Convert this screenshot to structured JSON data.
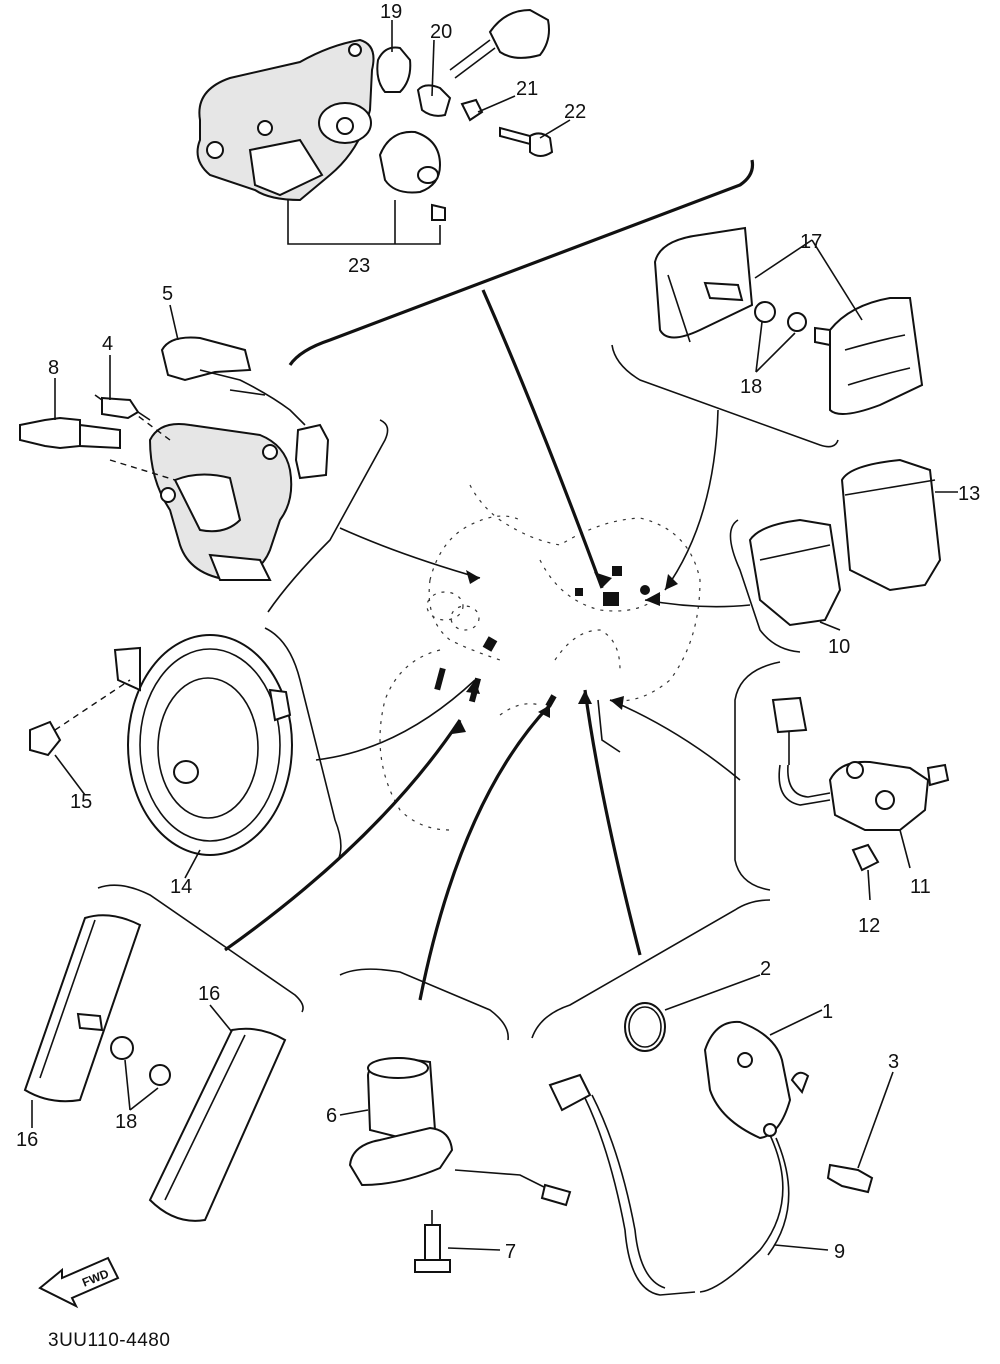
{
  "diagram_code": "3UU110-4480",
  "fwd_label": "FWD",
  "callouts": [
    {
      "id": "c1",
      "label": "1"
    },
    {
      "id": "c2",
      "label": "2"
    },
    {
      "id": "c3",
      "label": "3"
    },
    {
      "id": "c4",
      "label": "4"
    },
    {
      "id": "c5",
      "label": "5"
    },
    {
      "id": "c6",
      "label": "6"
    },
    {
      "id": "c7",
      "label": "7"
    },
    {
      "id": "c8",
      "label": "8"
    },
    {
      "id": "c9",
      "label": "9"
    },
    {
      "id": "c10",
      "label": "10"
    },
    {
      "id": "c11",
      "label": "11"
    },
    {
      "id": "c12",
      "label": "12"
    },
    {
      "id": "c13",
      "label": "13"
    },
    {
      "id": "c14",
      "label": "14"
    },
    {
      "id": "c15",
      "label": "15"
    },
    {
      "id": "c16a",
      "label": "16"
    },
    {
      "id": "c16b",
      "label": "16"
    },
    {
      "id": "c17",
      "label": "17"
    },
    {
      "id": "c18a",
      "label": "18"
    },
    {
      "id": "c18b",
      "label": "18"
    },
    {
      "id": "c19",
      "label": "19"
    },
    {
      "id": "c20",
      "label": "20"
    },
    {
      "id": "c21",
      "label": "21"
    },
    {
      "id": "c22",
      "label": "22"
    },
    {
      "id": "c23",
      "label": "23"
    }
  ]
}
